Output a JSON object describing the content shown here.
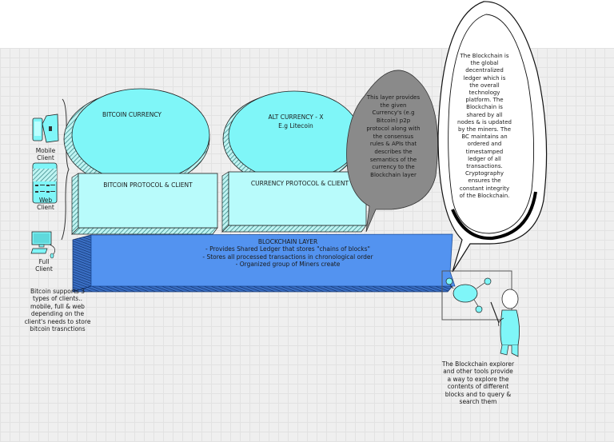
{
  "clients": {
    "mobile_label_1": "Mobile",
    "mobile_label_2": "Client",
    "web_label_1": "Web",
    "web_label_2": "Client",
    "full_label_1": "Full",
    "full_label_2": "Client",
    "note_lines": [
      "Bitcoin supports 3",
      "types of clients..",
      "mobile, full & web",
      "depending on the",
      "client's needs to store",
      "bitcoin trasnctions"
    ]
  },
  "currencies": {
    "bitcoin": "BITCOIN CURRENCY",
    "alt_line_1": "ALT CURRENCY - X",
    "alt_line_2": "E.g Litecoin"
  },
  "protocols": {
    "bitcoin": "BITCOIN PROTOCOL & CLIENT",
    "currency": "CURRENCY PROTOCOL & CLIENT"
  },
  "blockchain_layer": {
    "title": "BLOCKCHAIN LAYER",
    "bullets": [
      "-  Provides Shared Ledger that stores \"chains of blocks\"",
      "- Stores all processed transactions in chronological order",
      "- Organized group of Miners create"
    ]
  },
  "protocol_bubble": {
    "lines": [
      "This layer provides",
      "the given",
      "Currency's (e.g",
      "Bitcoin)  p2p",
      "protocol along with",
      "the consensus",
      "rules & APIs that",
      "describes the",
      "semantics of the",
      "currency to the",
      "Blockchain layer"
    ]
  },
  "blockchain_bubble": {
    "lines": [
      "The Blockchain is",
      "the global",
      "decentralized",
      "ledger which is",
      "the overall",
      "technology",
      "platform. The",
      "Blockchain is",
      "shared by all",
      "nodes & is updated",
      "by the miners. The",
      "BC maintains an",
      "ordered and",
      "timestamped",
      "ledger of all",
      "transactions.",
      "Cryptography",
      "ensures the",
      "constant integrity",
      "of the Blockchain."
    ]
  },
  "explorer_note": {
    "lines": [
      "The Blockchain explorer",
      "and other tools provide",
      "a way to explore the",
      "contents of different",
      "blocks and to query &",
      "search them"
    ]
  },
  "colors": {
    "light_cyan": "#7ff6f8",
    "pale_cyan": "#b8fbfb",
    "blockchain_blue": "#5393f0",
    "blockchain_dark": "#1d4e9a",
    "bubble_gray": "#8a8a8a",
    "grid_bg": "#efefef"
  }
}
